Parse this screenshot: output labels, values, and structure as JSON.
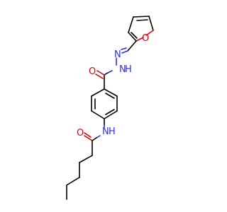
{
  "molecule": {
    "atoms": {
      "furan_o": "O",
      "hydrazone_n1": "N",
      "hydrazone_n2": "N",
      "hydrazone_h": "H",
      "carbonyl_o_top": "O",
      "amide_n": "N",
      "amide_h": "H",
      "carbonyl_o_bottom": "O"
    },
    "colors": {
      "carbon": "#000000",
      "oxygen": "#e0000a",
      "nitrogen": "#2a2aff",
      "background": "#ffffff"
    }
  }
}
